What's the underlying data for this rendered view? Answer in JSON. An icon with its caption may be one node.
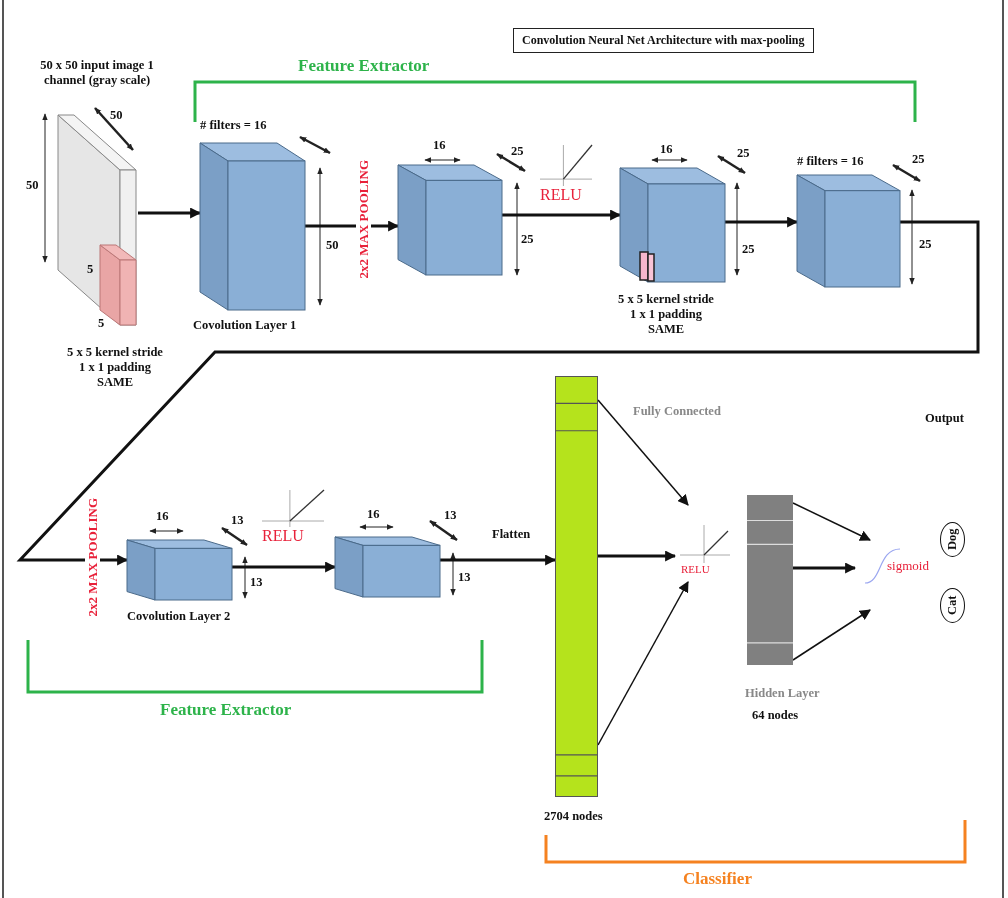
{
  "diagram": {
    "title": "Convolution Neural Net Architecture with max-pooling",
    "nodes": [
      {
        "text": [],
        "shape": "box",
        "beside": [
          "50 x 50 input image 1 channel (gray scale)",
          "5 x 5 kernel stride 1 x 1 padding SAME"
        ]
      },
      {
        "text": [],
        "shape": "box",
        "beside": [
          "# filters = 16",
          "Covolution Layer 1"
        ]
      },
      {
        "text": [],
        "shape": "box"
      },
      {
        "text": [],
        "shape": "box",
        "beside": [
          "5 x 5 kernel stride 1 x 1 padding SAME"
        ]
      },
      {
        "text": [],
        "shape": "box",
        "beside": [
          "# filters = 16"
        ]
      },
      {
        "text": [],
        "shape": "box",
        "beside": [
          "Covolution Layer 2"
        ]
      },
      {
        "text": [],
        "shape": "box"
      },
      {
        "text": [],
        "shape": "bar",
        "beside": [
          "2704 nodes"
        ]
      },
      {
        "text": [
          "RELU"
        ]
      },
      {
        "text": [],
        "shape": "bar",
        "beside": [
          "Hidden Layer",
          "64 nodes"
        ]
      },
      {
        "text": [
          "sigmoid"
        ]
      },
      {
        "text": [
          "Dog"
        ]
      },
      {
        "text": [
          "Cat"
        ]
      }
    ],
    "edges": [
      {
        "from": 0,
        "to": 1,
        "arrow": "to"
      },
      {
        "from": 1,
        "to": 2,
        "arrow": "to",
        "label": "2x2 MAX POOLING"
      },
      {
        "from": 2,
        "to": 3,
        "arrow": "to",
        "label": "RELU"
      },
      {
        "from": 3,
        "to": 4,
        "arrow": "to"
      },
      {
        "from": 4,
        "to": 5,
        "arrow": "to",
        "label": "2x2 MAX POOLING"
      },
      {
        "from": 5,
        "to": 6,
        "arrow": "to",
        "label": "RELU"
      },
      {
        "from": 6,
        "to": 7,
        "arrow": "to",
        "label": "Flatten"
      },
      {
        "from": 7,
        "to": 8,
        "arrow": "to"
      },
      {
        "from": 7,
        "to": 8,
        "arrow": "to"
      },
      {
        "from": 7,
        "to": 8,
        "arrow": "to"
      },
      {
        "from": 9,
        "to": 10,
        "arrow": "to"
      },
      {
        "from": 9,
        "to": 10,
        "arrow": "to"
      },
      {
        "from": 9,
        "to": 10,
        "arrow": "to"
      }
    ],
    "labels": [
      "Feature Extractor",
      "50",
      "50",
      "5",
      "5",
      "50",
      "16",
      "25",
      "25",
      "16",
      "25",
      "25",
      "25",
      "25",
      "Fully Connected",
      "Output",
      "16",
      "13",
      "13",
      "16",
      "13",
      "13",
      "Feature Extractor",
      "Classifier"
    ]
  }
}
